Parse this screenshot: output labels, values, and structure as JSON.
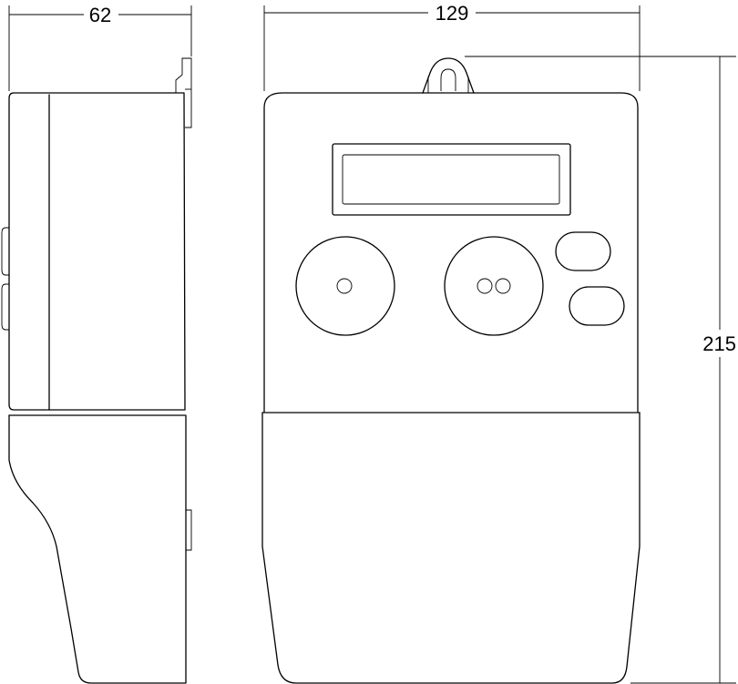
{
  "dimensions": {
    "depth": {
      "value": "62"
    },
    "width": {
      "value": "129"
    },
    "height": {
      "value": "215"
    }
  },
  "colors": {
    "line": "#000000",
    "background": "#ffffff"
  }
}
